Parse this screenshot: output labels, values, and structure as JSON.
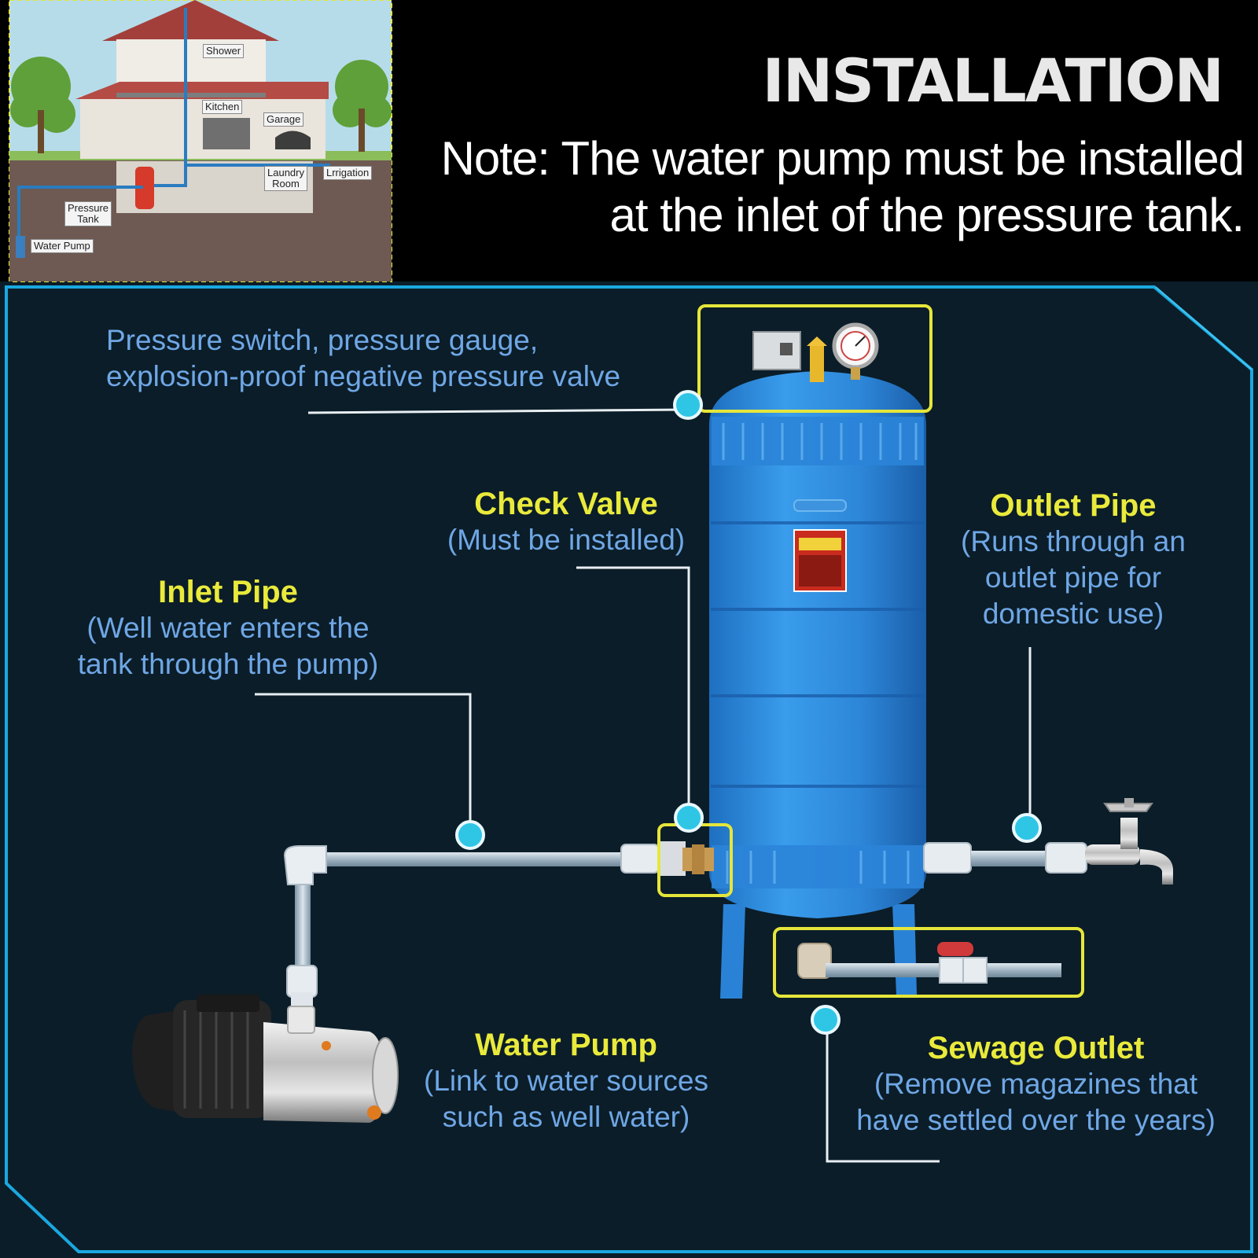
{
  "header": {
    "title": "INSTALLATION",
    "note_line1": "Note: The water pump must be installed",
    "note_line2": "at the inlet of the pressure tank."
  },
  "house_diagram": {
    "labels": {
      "shower": "Shower",
      "kitchen": "Kitchen",
      "garage": "Garage",
      "laundry_line1": "Laundry",
      "laundry_line2": "Room",
      "irrigation": "Lrrigation",
      "pressure_tank_line1": "Pressure",
      "pressure_tank_line2": "Tank",
      "water_pump": "Water Pump"
    }
  },
  "callouts": {
    "pressure_switch": {
      "line1": "Pressure switch, pressure gauge,",
      "line2": "explosion-proof negative pressure valve"
    },
    "check_valve": {
      "title": "Check Valve",
      "line1": "(Must be installed)"
    },
    "outlet_pipe": {
      "title": "Outlet Pipe",
      "line1": "(Runs through an",
      "line2": "outlet pipe for",
      "line3": "domestic use)"
    },
    "inlet_pipe": {
      "title": "Inlet Pipe",
      "line1": "(Well water enters the",
      "line2": "tank through the pump)"
    },
    "water_pump": {
      "title": "Water Pump",
      "line1": "(Link to water sources",
      "line2": "such as well water)"
    },
    "sewage_outlet": {
      "title": "Sewage Outlet",
      "line1": "(Remove magazines that",
      "line2": "have settled over the years)"
    }
  },
  "colors": {
    "panel_bg": "#0b1d28",
    "panel_border": "#1aa8e0",
    "highlight_box": "#e6e63a",
    "callout_dot": "#2fc6e6",
    "label_text": "#6fa7e6",
    "title_text": "#e9ea3b",
    "tank_blue": "#2e8fe0"
  }
}
